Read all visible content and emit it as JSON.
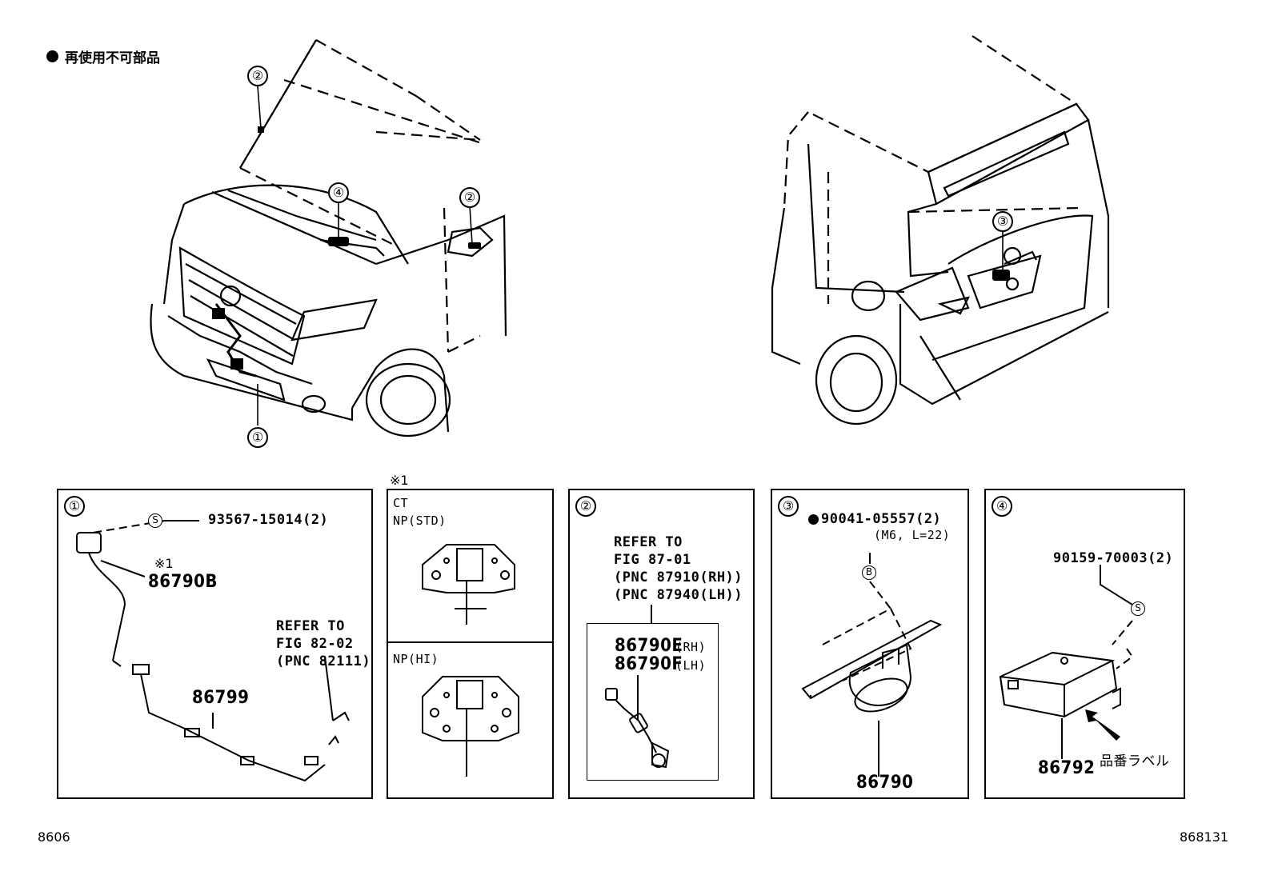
{
  "legend": {
    "text": "再使用不可部品"
  },
  "callouts": [
    "②",
    "④",
    "②",
    "①",
    "③"
  ],
  "panels": {
    "p1": {
      "num": "①",
      "bolt_mark": "S",
      "bolt_part": "93567-15014(2)",
      "note_mark": "※1",
      "part_a": "86790B",
      "refer": [
        "REFER TO",
        "FIG 82-02",
        "(PNC 82111)"
      ],
      "part_b": "86799"
    },
    "p1x": {
      "header_mark": "※1",
      "ct": "CT",
      "np_std": "NP(STD)",
      "np_hi": "NP(HI)"
    },
    "p2": {
      "num": "②",
      "refer": [
        "REFER TO",
        "FIG 87-01",
        "(PNC 87910(RH))",
        "(PNC 87940(LH))"
      ],
      "part_rh": "86790E",
      "rh": "(RH)",
      "part_lh": "86790F",
      "lh": "(LH)"
    },
    "p3": {
      "num": "③",
      "bolt_part": "90041-05557(2)",
      "bolt_spec": "(M6, L=22)",
      "bolt_mark": "B",
      "part": "86790"
    },
    "p4": {
      "num": "④",
      "bolt_part": "90159-70003(2)",
      "bolt_mark": "S",
      "part": "86792",
      "label": "品番ラベル"
    }
  },
  "footer": {
    "left": "8606",
    "right": "868131"
  }
}
